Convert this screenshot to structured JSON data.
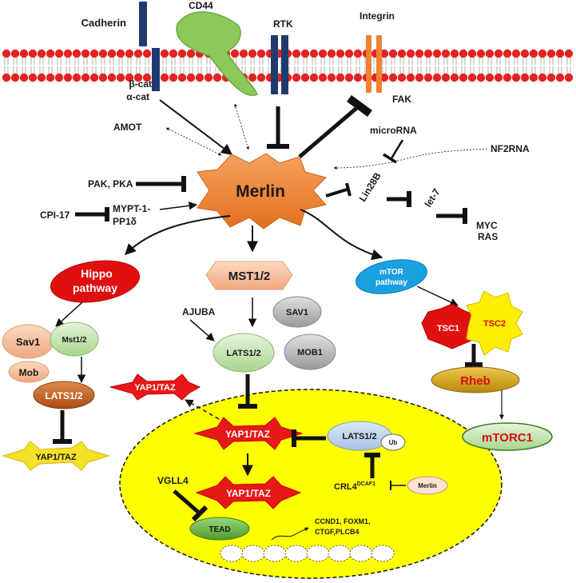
{
  "membrane": {
    "cadherin": "Cadherin",
    "cd44": "CD44",
    "rtk": "RTK",
    "integrin": "Integrin",
    "beta_cat": "β-cat",
    "alpha_cat": "α-cat",
    "fak": "FAK"
  },
  "regulators": {
    "amot": "AMOT",
    "pak_pka": "PAK, PKA",
    "cpi17": "CPI-17",
    "mypt_1": "MYPT-1-",
    "mypt_2": "PP1δ",
    "microrna": "microRNA",
    "nf2rna": "NF2RNA"
  },
  "core": {
    "merlin": "Merlin",
    "lin28b": "Lin28B",
    "let7": "let-7",
    "myc": "MYC",
    "ras": "RAS"
  },
  "hippo": {
    "title1": "Hippo",
    "title2": "pathway",
    "sav1": "Sav1",
    "mst12": "Mst1/2",
    "mob": "Mob",
    "lats12": "LATS1/2",
    "yaptaz": "YAP1/TAZ"
  },
  "center": {
    "mst12": "MST1/2",
    "ajuba": "AJUBA",
    "sav1": "SAV1",
    "lats12": "LATS1/2",
    "mob1": "MOB1",
    "yaptaz_out": "YAP1/TAZ"
  },
  "mtor": {
    "title1": "mTOR",
    "title2": "pathway",
    "tsc1": "TSC1",
    "tsc2": "TSC2",
    "rheb": "Rheb",
    "mtorc1": "mTORC1"
  },
  "nucleus": {
    "yaptaz1": "YAP1/TAZ",
    "yaptaz2": "YAP1/TAZ",
    "vgll4": "VGLL4",
    "tead": "TEAD",
    "lats12": "LATS1/2",
    "ub": "Ub",
    "crl4": "CRL4",
    "crl4_sup": "DCAF1",
    "merlin": "Merlin",
    "genes1": "CCND1, FOXM1,",
    "genes2": "CTGF,PLCB4"
  },
  "colors": {
    "membrane_red": "#e32222",
    "merlin_orange": "#f08232",
    "hippo_red": "#e01010",
    "nucleus_yellow": "#ffff00",
    "mtor_blue": "#1aa0e0",
    "rheb_gold": "#d4a017",
    "mtorc1_green": "#7cc96a",
    "receptor_navy": "#1f3a6e",
    "cd44_green": "#8cc85a"
  }
}
